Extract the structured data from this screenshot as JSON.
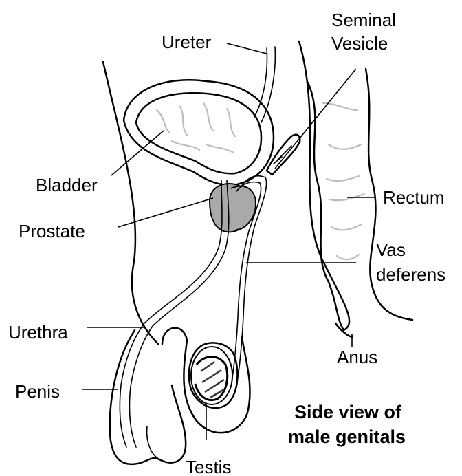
{
  "diagram": {
    "labels": {
      "ureter": "Ureter",
      "seminal_vesicle_line1": "Seminal",
      "seminal_vesicle_line2": "Vesicle",
      "bladder": "Bladder",
      "rectum": "Rectum",
      "prostate": "Prostate",
      "vas_line1": "Vas",
      "vas_line2": "deferens",
      "urethra": "Urethra",
      "anus": "Anus",
      "penis": "Penis",
      "testis": "Testis"
    },
    "caption": {
      "line1": "Side view of",
      "line2": "male genitals"
    },
    "colors": {
      "prostate_fill": "#a9a9a9",
      "line": "#000000",
      "fold_shading": "#bdbdbd"
    }
  }
}
